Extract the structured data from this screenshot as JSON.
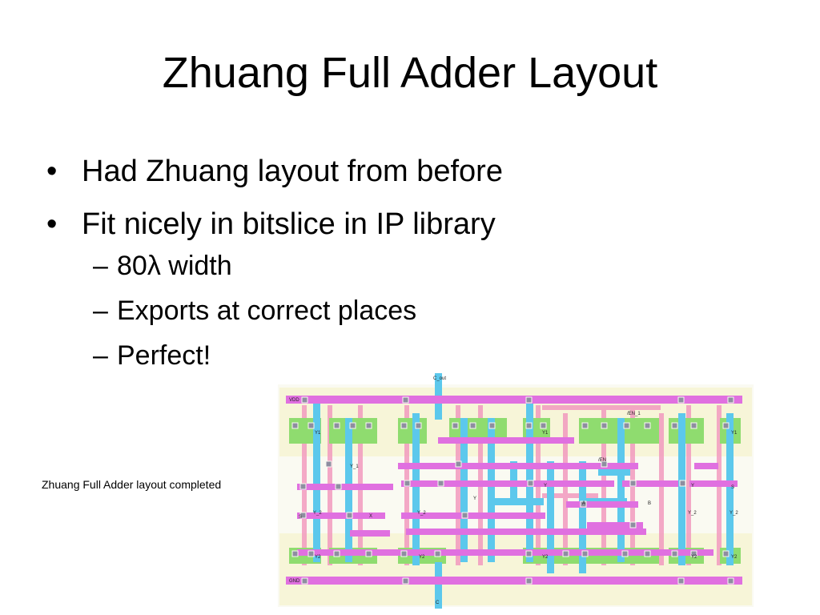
{
  "slide": {
    "title": "Zhuang Full Adder Layout",
    "bullets": [
      {
        "marker": "•",
        "text": "Had Zhuang layout from before"
      },
      {
        "marker": "•",
        "text": "Fit nicely in bitslice in IP library"
      }
    ],
    "subbullets": [
      {
        "marker": "–",
        "text": "80λ width"
      },
      {
        "marker": "–",
        "text": "Exports at correct places"
      },
      {
        "marker": "–",
        "text": "Perfect!"
      }
    ],
    "caption": "Zhuang Full Adder layout completed"
  },
  "layout": {
    "labels": {
      "c_out": "C_out",
      "vdd": "VDD",
      "gnd": "GND",
      "c": "C",
      "y1": "Y1",
      "y2": "Y2",
      "y_1": "Y_1",
      "y_2": "Y_2",
      "en_1": "/EN_1",
      "en": "/EN",
      "y": "Y",
      "a": "A",
      "b": "B",
      "s": "S",
      "s_left": "S",
      "x": "X"
    },
    "colors": {
      "background": "#fafaf2",
      "well": "#f7f5d8",
      "metal1": "#e070e0",
      "metal2": "#5cc8ec",
      "poly": "#f29abf",
      "diffusion": "#8fdc6f",
      "contact": "#8e8ea0"
    }
  }
}
